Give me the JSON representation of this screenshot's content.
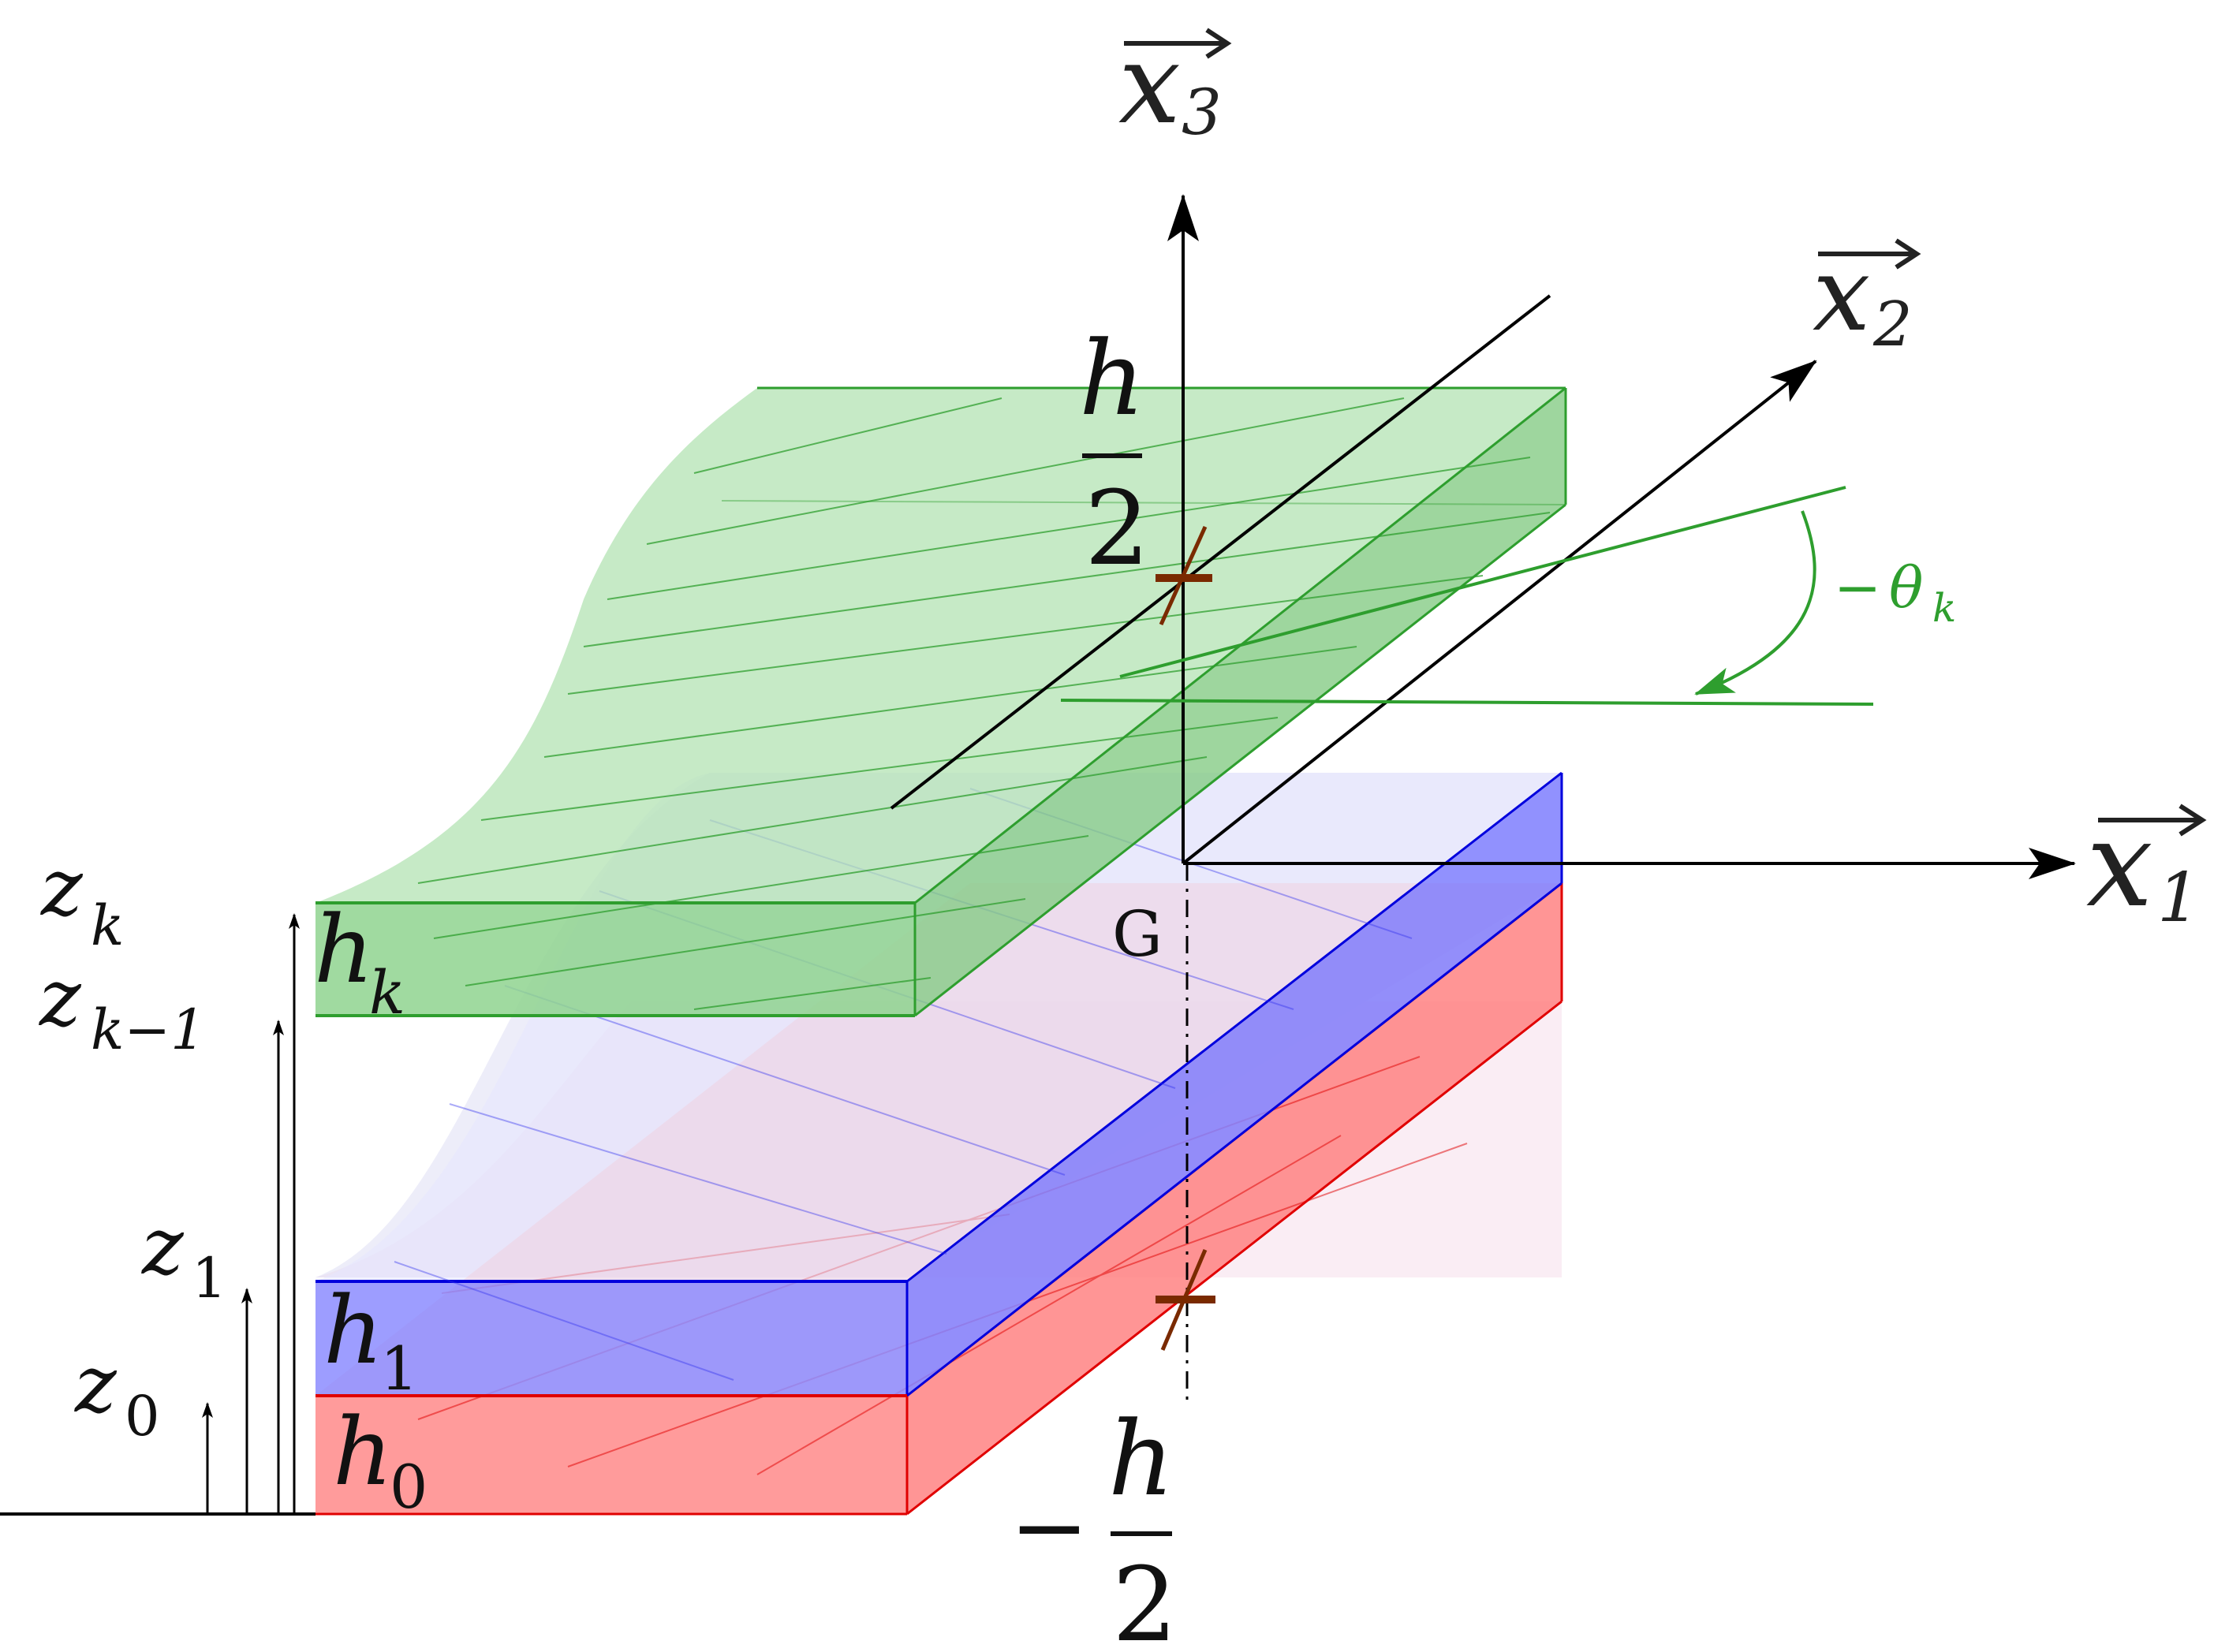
{
  "axes": {
    "x1": {
      "letter": "x",
      "index": "1"
    },
    "x2": {
      "letter": "x",
      "index": "2"
    },
    "x3": {
      "letter": "x",
      "index": "3"
    }
  },
  "origin_label": "G",
  "half_thickness": {
    "top": {
      "numerator": "h",
      "denominator": "2"
    },
    "bottom": {
      "sign": "−",
      "numerator": "h",
      "denominator": "2"
    }
  },
  "ply_angle": {
    "sign": "−",
    "symbol": "θ",
    "index": "k"
  },
  "plies": [
    {
      "letter": "h",
      "index": "k",
      "color": "#2e9e2e",
      "fill": "#7ccf7c"
    },
    {
      "letter": "h",
      "index": "1",
      "color": "#0000dd",
      "fill": "#6a6aff"
    },
    {
      "letter": "h",
      "index": "0",
      "color": "#e00000",
      "fill": "#ff6b6b"
    }
  ],
  "positions": [
    {
      "letter": "z",
      "index": "k"
    },
    {
      "letter": "z",
      "index": "k−1"
    },
    {
      "letter": "z",
      "index": "1"
    },
    {
      "letter": "z",
      "index": "0"
    }
  ],
  "colors": {
    "axis": "#000000",
    "green": "#2e9e2e",
    "blue": "#0000dd",
    "red": "#e00000",
    "tick": "#7a2a00"
  }
}
